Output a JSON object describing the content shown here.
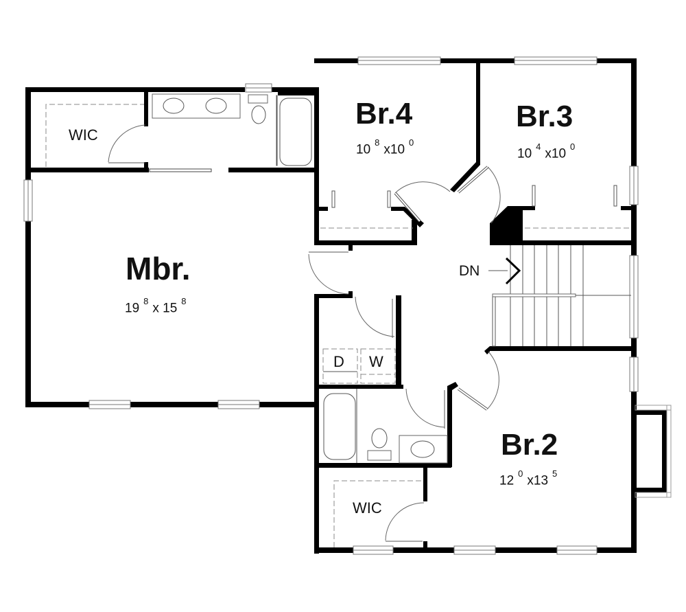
{
  "plan": {
    "rooms": {
      "mbr": {
        "name": "Mbr.",
        "w_ft": "19",
        "w_in": "8",
        "x": "x",
        "d_ft": "15",
        "d_in": "8"
      },
      "br4": {
        "name": "Br.4",
        "w_ft": "10",
        "w_in": "8",
        "x": "x",
        "d_ft": "10",
        "d_in": "0"
      },
      "br3": {
        "name": "Br.3",
        "w_ft": "10",
        "w_in": "4",
        "x": "x",
        "d_ft": "10",
        "d_in": "0"
      },
      "br2": {
        "name": "Br.2",
        "w_ft": "12",
        "w_in": "0",
        "x": "x",
        "d_ft": "13",
        "d_in": "5"
      }
    },
    "closets": {
      "wic_master": "WIC",
      "wic_br2": "WIC"
    },
    "laundry": {
      "dryer": "D",
      "washer": "W"
    },
    "stairs": {
      "direction": "DN"
    }
  },
  "colors": {
    "wall": "#000000",
    "fixture": "#666666",
    "background": "#ffffff"
  }
}
